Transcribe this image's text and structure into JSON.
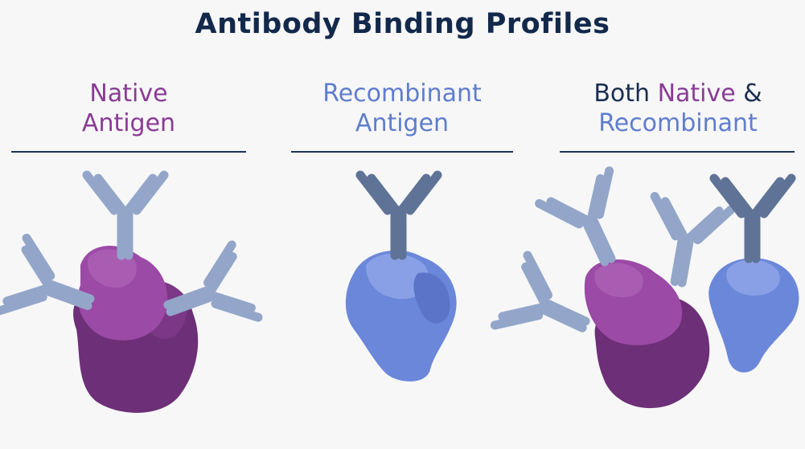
{
  "title": "Antibody Binding Profiles",
  "columns": [
    {
      "line1": "Native",
      "line2": "Antigen"
    },
    {
      "line1": "Recombinant",
      "line2": "Antigen"
    },
    {
      "line1_a": "Both ",
      "line1_b": "Native",
      "line1_c": " &",
      "line2": "Recombinant"
    }
  ],
  "colors": {
    "title": "#13294b",
    "native_text": "#8a3b95",
    "recombinant_text": "#5f7dcc",
    "antibody_light": "#93a6c9",
    "antibody_dark": "#5f7397",
    "native_protein": "#9b4aa6",
    "native_protein_dark": "#6d2f77",
    "recombinant_protein": "#6b87d9",
    "recombinant_protein_light": "#8aa0e6"
  }
}
